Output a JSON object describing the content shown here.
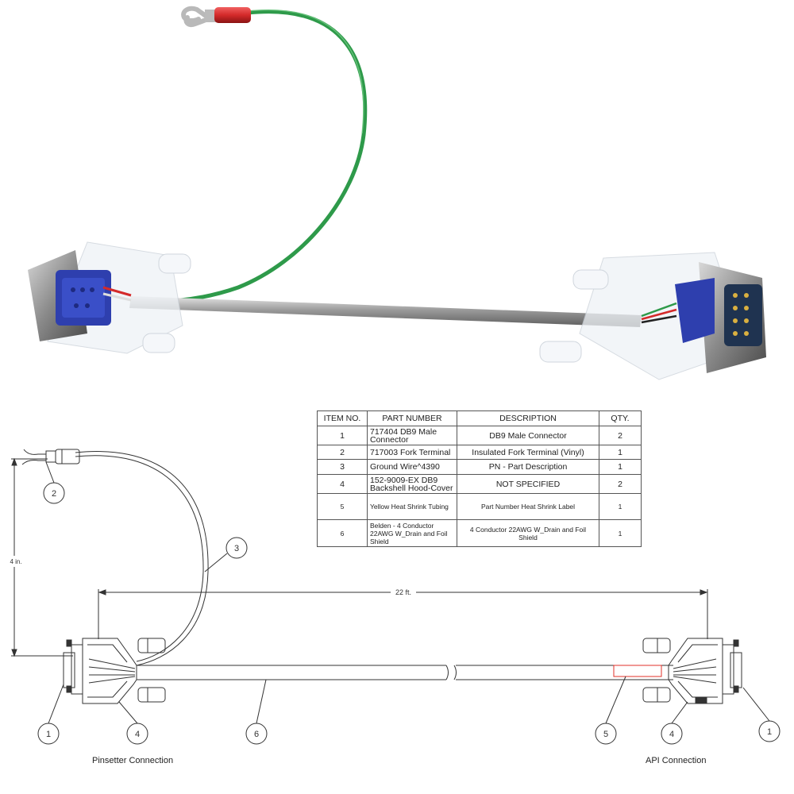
{
  "bom": {
    "headers": [
      "ITEM NO.",
      "PART NUMBER",
      "DESCRIPTION",
      "QTY."
    ],
    "rows": [
      {
        "item": "1",
        "part": "717404 DB9 Male Connector",
        "desc": "DB9 Male Connector",
        "qty": "2"
      },
      {
        "item": "2",
        "part": "717003 Fork Terminal",
        "desc": "Insulated Fork Terminal (Vinyl)",
        "qty": "1"
      },
      {
        "item": "3",
        "part": "Ground Wire^4390",
        "desc": "PN - Part Description",
        "qty": "1"
      },
      {
        "item": "4",
        "part": "152-9009-EX DB9 Backshell Hood-Cover",
        "desc": "NOT SPECIFIED",
        "qty": "2"
      },
      {
        "item": "5",
        "part": "Yellow Heat Shrink Tubing",
        "desc": "Part Number Heat Shrink Label",
        "qty": "1"
      },
      {
        "item": "6",
        "part": "Belden - 4 Conductor 22AWG W_Drain and Foil Shield",
        "desc": "4 Conductor 22AWG W_Drain and Foil Shield",
        "qty": "1"
      }
    ]
  },
  "drawing": {
    "dim_length": "22 ft.",
    "dim_height": "4 in.",
    "label_left": "Pinsetter Connection",
    "label_right": "API Connection",
    "balloons": [
      "2",
      "3",
      "1",
      "4",
      "6",
      "5",
      "4",
      "1"
    ]
  },
  "colors": {
    "ground_wire": "#2e9a4a",
    "fork_insulator": "#d42a2a",
    "connector_insert": "#2e3fae",
    "heat_shrink_outline": "#e0302a"
  }
}
